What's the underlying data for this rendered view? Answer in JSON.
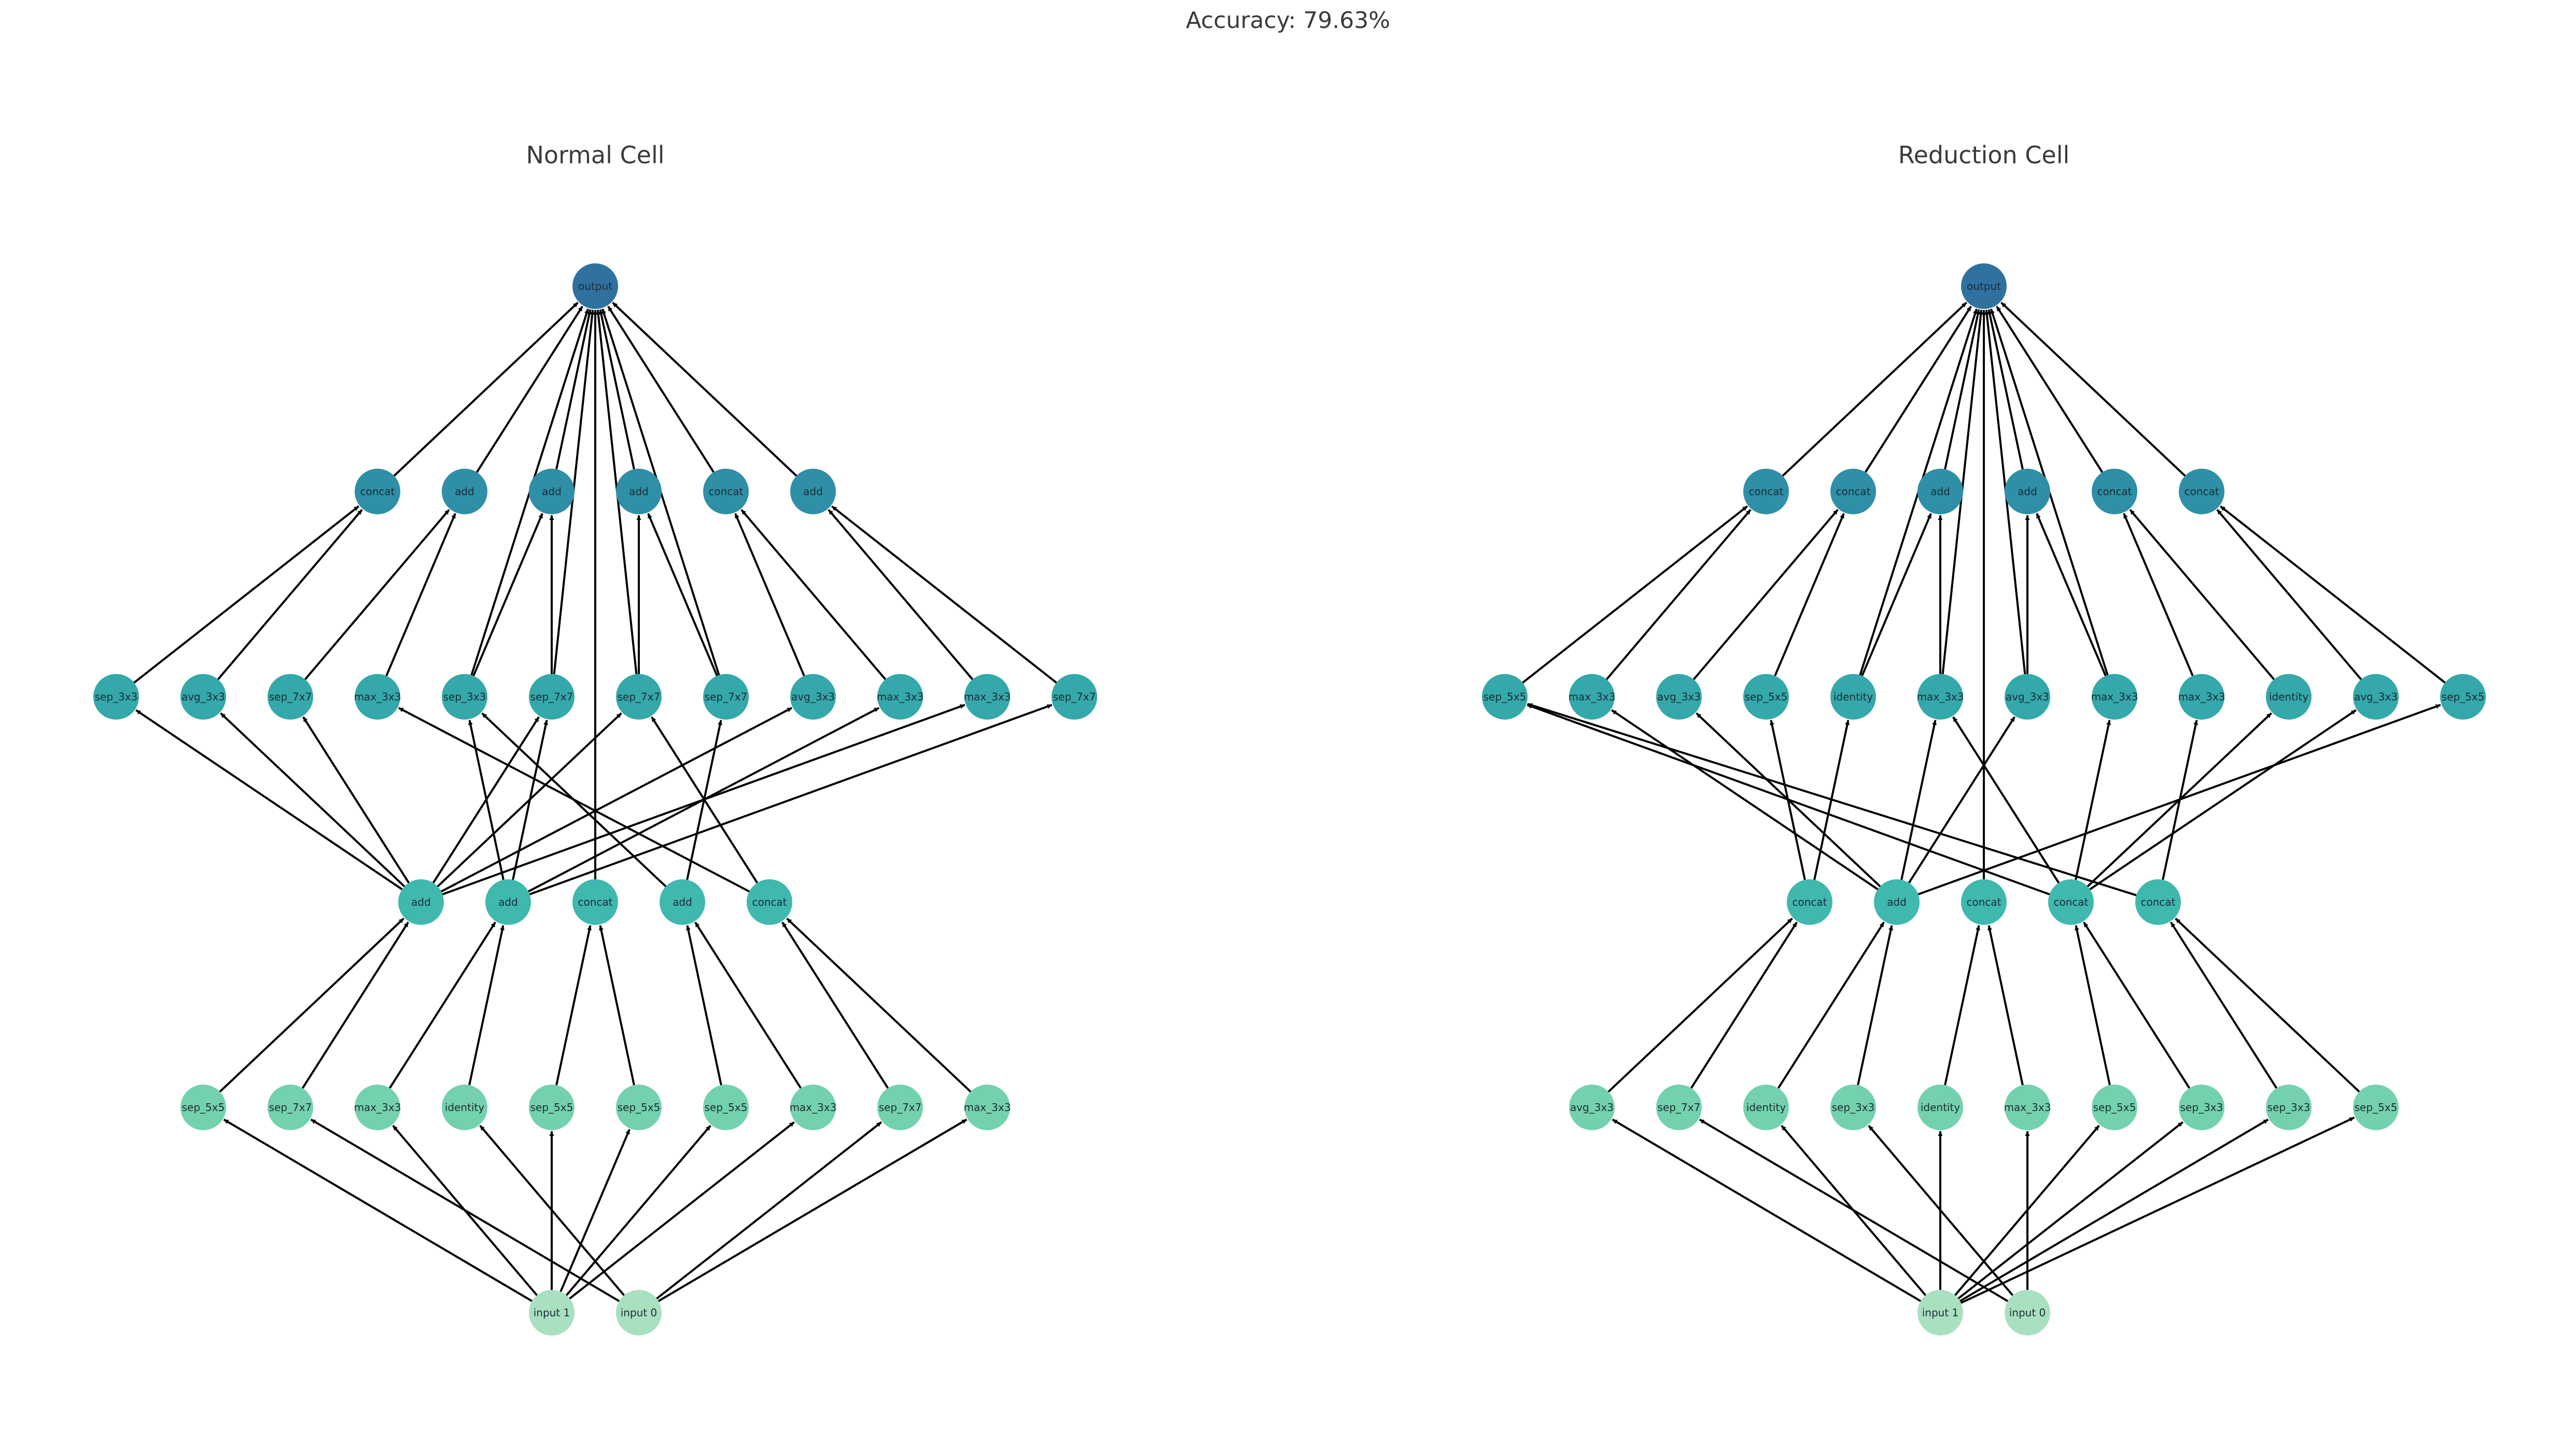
{
  "figure": {
    "title": "Accuracy: 79.63%"
  },
  "colors": {
    "input": "#a8e0c0",
    "op": "#73d2ad",
    "combine": "#3fb8ae",
    "branch": "#34a8aa",
    "top": "#2e8fa6",
    "output": "#2f72a0",
    "edge": "#000000",
    "label": "#1e2b36"
  },
  "cells": [
    {
      "name": "Normal Cell",
      "layers": [
        [
          "output"
        ],
        [
          "concat",
          "add",
          "add",
          "add",
          "concat",
          "add"
        ],
        [
          "sep_3x3",
          "avg_3x3",
          "sep_7x7",
          "max_3x3",
          "sep_3x3",
          "sep_7x7",
          "sep_7x7",
          "sep_7x7",
          "avg_3x3",
          "max_3x3",
          "max_3x3",
          "sep_7x7"
        ],
        [
          "add",
          "add",
          "concat",
          "add",
          "concat"
        ],
        [
          "sep_5x5",
          "sep_7x7",
          "max_3x3",
          "identity",
          "sep_5x5",
          "sep_5x5",
          "sep_5x5",
          "max_3x3",
          "sep_7x7",
          "max_3x3"
        ],
        [
          "input 1",
          "input 0"
        ]
      ],
      "edges": [
        [
          "L5.0",
          "L4.0"
        ],
        [
          "L5.1",
          "L4.1"
        ],
        [
          "L5.0",
          "L4.2"
        ],
        [
          "L5.1",
          "L4.3"
        ],
        [
          "L5.0",
          "L4.4"
        ],
        [
          "L5.0",
          "L4.5"
        ],
        [
          "L5.0",
          "L4.6"
        ],
        [
          "L5.0",
          "L4.7"
        ],
        [
          "L5.1",
          "L4.8"
        ],
        [
          "L5.1",
          "L4.9"
        ],
        [
          "L4.0",
          "L3.0"
        ],
        [
          "L4.1",
          "L3.0"
        ],
        [
          "L4.2",
          "L3.1"
        ],
        [
          "L4.3",
          "L3.1"
        ],
        [
          "L4.4",
          "L3.2"
        ],
        [
          "L4.5",
          "L3.2"
        ],
        [
          "L4.6",
          "L3.3"
        ],
        [
          "L4.7",
          "L3.3"
        ],
        [
          "L4.8",
          "L3.4"
        ],
        [
          "L4.9",
          "L3.4"
        ],
        [
          "L3.0",
          "L2.0"
        ],
        [
          "L3.0",
          "L2.1"
        ],
        [
          "L3.0",
          "L2.2"
        ],
        [
          "L3.0",
          "L2.5"
        ],
        [
          "L3.0",
          "L2.6"
        ],
        [
          "L3.0",
          "L2.8"
        ],
        [
          "L3.0",
          "L2.10"
        ],
        [
          "L3.1",
          "L2.4"
        ],
        [
          "L3.1",
          "L2.5"
        ],
        [
          "L3.1",
          "L2.9"
        ],
        [
          "L3.1",
          "L2.11"
        ],
        [
          "L3.3",
          "L2.4"
        ],
        [
          "L3.3",
          "L2.7"
        ],
        [
          "L3.4",
          "L2.3"
        ],
        [
          "L3.4",
          "L2.6"
        ],
        [
          "L2.0",
          "L1.0"
        ],
        [
          "L2.1",
          "L1.0"
        ],
        [
          "L2.2",
          "L1.1"
        ],
        [
          "L2.3",
          "L1.1"
        ],
        [
          "L2.4",
          "L1.2"
        ],
        [
          "L2.5",
          "L1.2"
        ],
        [
          "L2.6",
          "L1.3"
        ],
        [
          "L2.7",
          "L1.3"
        ],
        [
          "L2.8",
          "L1.4"
        ],
        [
          "L2.9",
          "L1.4"
        ],
        [
          "L2.10",
          "L1.5"
        ],
        [
          "L2.11",
          "L1.5"
        ],
        [
          "L1.0",
          "L0.0"
        ],
        [
          "L1.1",
          "L0.0"
        ],
        [
          "L1.2",
          "L0.0"
        ],
        [
          "L1.3",
          "L0.0"
        ],
        [
          "L1.4",
          "L0.0"
        ],
        [
          "L1.5",
          "L0.0"
        ],
        [
          "L2.4",
          "L0.0"
        ],
        [
          "L2.5",
          "L0.0"
        ],
        [
          "L2.6",
          "L0.0"
        ],
        [
          "L2.7",
          "L0.0"
        ],
        [
          "L3.2",
          "L0.0"
        ]
      ]
    },
    {
      "name": "Reduction Cell",
      "layers": [
        [
          "output"
        ],
        [
          "concat",
          "concat",
          "add",
          "add",
          "concat",
          "concat"
        ],
        [
          "sep_5x5",
          "max_3x3",
          "avg_3x3",
          "sep_5x5",
          "identity",
          "max_3x3",
          "avg_3x3",
          "max_3x3",
          "max_3x3",
          "identity",
          "avg_3x3",
          "sep_5x5"
        ],
        [
          "concat",
          "add",
          "concat",
          "concat",
          "concat"
        ],
        [
          "avg_3x3",
          "sep_7x7",
          "identity",
          "sep_3x3",
          "identity",
          "max_3x3",
          "sep_5x5",
          "sep_3x3",
          "sep_3x3",
          "sep_5x5"
        ],
        [
          "input 1",
          "input 0"
        ]
      ],
      "edges": [
        [
          "L5.0",
          "L4.0"
        ],
        [
          "L5.1",
          "L4.1"
        ],
        [
          "L5.0",
          "L4.2"
        ],
        [
          "L5.1",
          "L4.3"
        ],
        [
          "L5.0",
          "L4.4"
        ],
        [
          "L5.1",
          "L4.5"
        ],
        [
          "L5.0",
          "L4.6"
        ],
        [
          "L5.0",
          "L4.7"
        ],
        [
          "L5.0",
          "L4.8"
        ],
        [
          "L5.0",
          "L4.9"
        ],
        [
          "L4.0",
          "L3.0"
        ],
        [
          "L4.1",
          "L3.0"
        ],
        [
          "L4.2",
          "L3.1"
        ],
        [
          "L4.3",
          "L3.1"
        ],
        [
          "L4.4",
          "L3.2"
        ],
        [
          "L4.5",
          "L3.2"
        ],
        [
          "L4.6",
          "L3.3"
        ],
        [
          "L4.7",
          "L3.3"
        ],
        [
          "L4.8",
          "L3.4"
        ],
        [
          "L4.9",
          "L3.4"
        ],
        [
          "L3.0",
          "L2.3"
        ],
        [
          "L3.0",
          "L2.4"
        ],
        [
          "L3.1",
          "L2.1"
        ],
        [
          "L3.1",
          "L2.2"
        ],
        [
          "L3.1",
          "L2.6"
        ],
        [
          "L3.1",
          "L2.11"
        ],
        [
          "L3.1",
          "L2.5"
        ],
        [
          "L3.3",
          "L2.0"
        ],
        [
          "L3.3",
          "L2.7"
        ],
        [
          "L3.3",
          "L2.5"
        ],
        [
          "L3.3",
          "L2.9"
        ],
        [
          "L3.3",
          "L2.10"
        ],
        [
          "L3.4",
          "L2.8"
        ],
        [
          "L3.4",
          "L2.0"
        ],
        [
          "L2.0",
          "L1.0"
        ],
        [
          "L2.1",
          "L1.0"
        ],
        [
          "L2.2",
          "L1.1"
        ],
        [
          "L2.3",
          "L1.1"
        ],
        [
          "L2.4",
          "L1.2"
        ],
        [
          "L2.5",
          "L1.2"
        ],
        [
          "L2.6",
          "L1.3"
        ],
        [
          "L2.7",
          "L1.3"
        ],
        [
          "L2.8",
          "L1.4"
        ],
        [
          "L2.9",
          "L1.4"
        ],
        [
          "L2.10",
          "L1.5"
        ],
        [
          "L2.11",
          "L1.5"
        ],
        [
          "L1.0",
          "L0.0"
        ],
        [
          "L1.1",
          "L0.0"
        ],
        [
          "L1.2",
          "L0.0"
        ],
        [
          "L1.3",
          "L0.0"
        ],
        [
          "L1.4",
          "L0.0"
        ],
        [
          "L1.5",
          "L0.0"
        ],
        [
          "L2.4",
          "L0.0"
        ],
        [
          "L2.5",
          "L0.0"
        ],
        [
          "L2.6",
          "L0.0"
        ],
        [
          "L2.7",
          "L0.0"
        ],
        [
          "L3.2",
          "L0.0"
        ]
      ]
    }
  ]
}
